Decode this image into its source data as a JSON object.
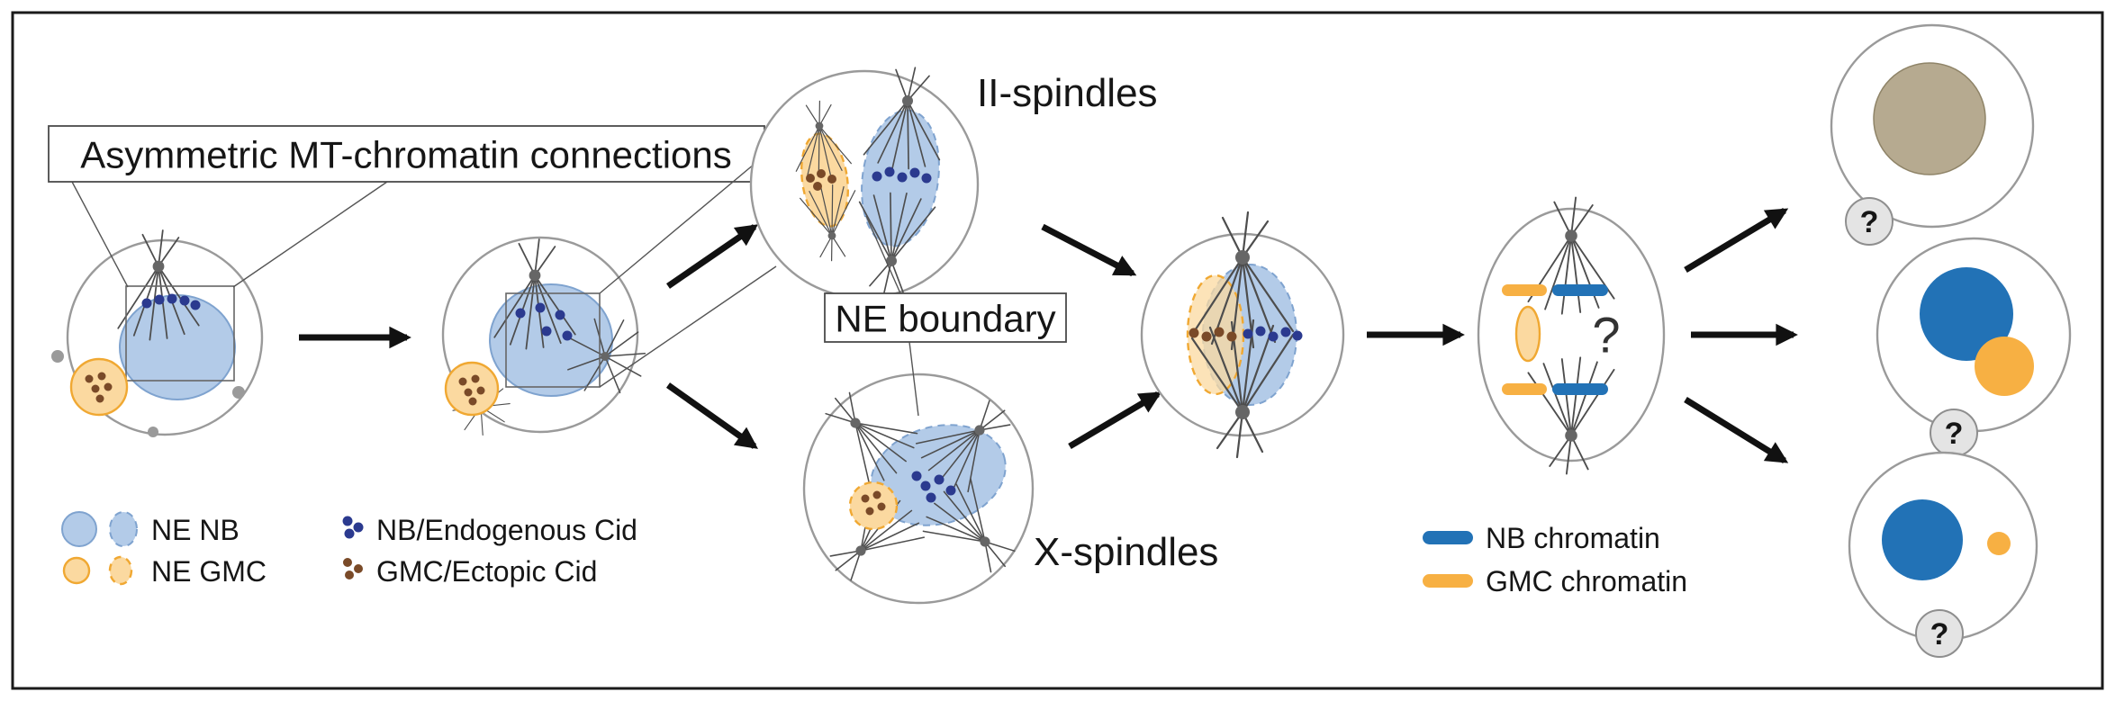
{
  "figure": {
    "callouts": {
      "asymmetric_connections": "Asymmetric MT-chromatin connections",
      "ne_boundary": "NE boundary"
    },
    "stage_labels": {
      "ii_spindles": "II-spindles",
      "x_spindles": "X-spindles"
    },
    "question_mark": "?",
    "legend_left": {
      "ne_nb": "NE NB",
      "ne_gmc": "NE GMC",
      "nb_cid": "NB/Endogenous Cid",
      "gmc_cid": "GMC/Ectopic Cid"
    },
    "legend_right": {
      "nb_chromatin": "NB chromatin",
      "gmc_chromatin": "GMC chromatin"
    },
    "colors": {
      "nb_ne_fill": "#b3cbe8",
      "nb_ne_stroke": "#7fa3cf",
      "nb_chromatin": "#2272b6",
      "nb_cid_dot": "#2b3a8f",
      "gmc_ne_fill": "#fbd9a0",
      "gmc_ne_stroke": "#f0a832",
      "gmc_chromatin": "#f7b043",
      "gmc_cid_dot": "#7a4a28",
      "differentiated_nucleus_tan": "#b6aa90",
      "microtubule_gray": "#4d4d4d",
      "cell_outline_gray": "#9a9a9a",
      "arrow_black": "#111111"
    }
  }
}
